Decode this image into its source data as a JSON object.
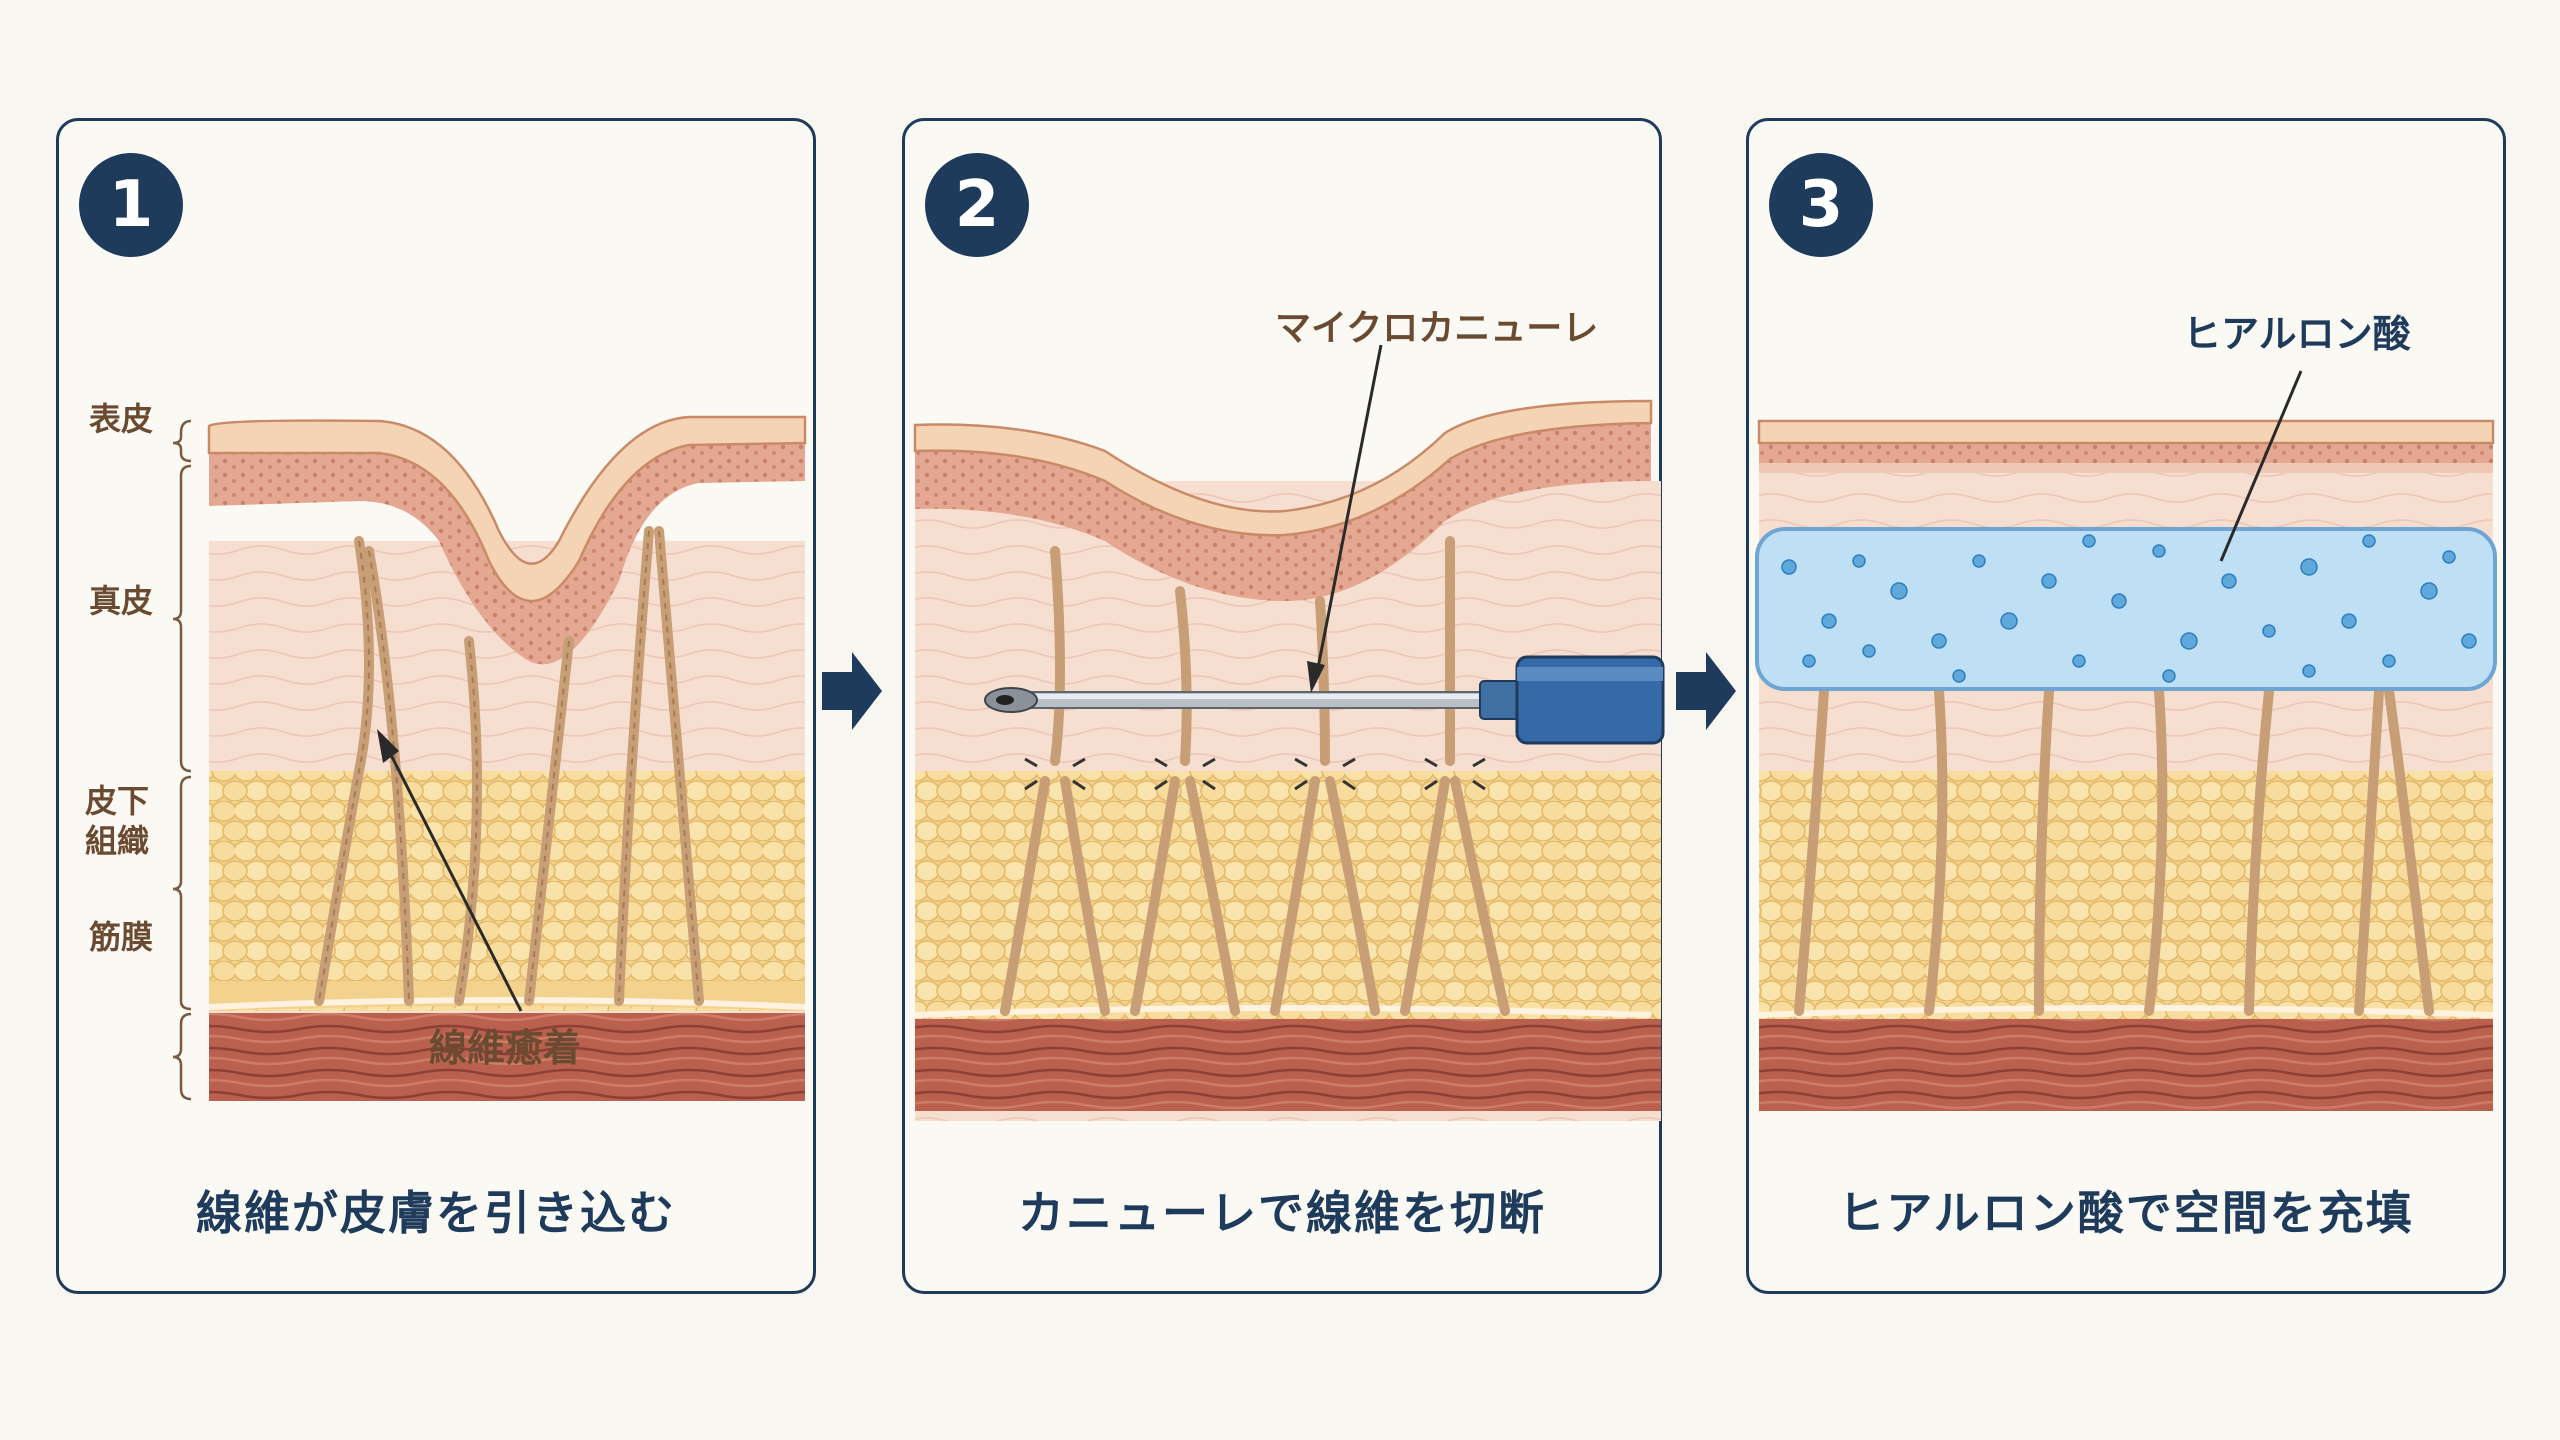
{
  "panels": [
    {
      "number": "1",
      "caption": "線維が皮膚を引き込む",
      "annotation": "線維癒着",
      "layers": {
        "epidermis": "表皮",
        "dermis": "真皮",
        "subcutis_line1": "皮下",
        "subcutis_line2": "組織",
        "fascia": "筋膜"
      }
    },
    {
      "number": "2",
      "caption": "カニューレで線維を切断",
      "annotation": "マイクロカニューレ"
    },
    {
      "number": "3",
      "caption": "ヒアルロン酸で空間を充填",
      "annotation": "ヒアルロン酸"
    }
  ],
  "colors": {
    "navy": "#1f3b5b",
    "epidermis": "#f1cfae",
    "dermis_top": "#e4a995",
    "dermis": "#f6ddd0",
    "fat": "#f4d48f",
    "muscle": "#b85d4f",
    "filler": "#bfe0f3",
    "fiber": "#c9a27a"
  },
  "icons": [
    "arrow-right-icon",
    "arrow-right-icon"
  ]
}
